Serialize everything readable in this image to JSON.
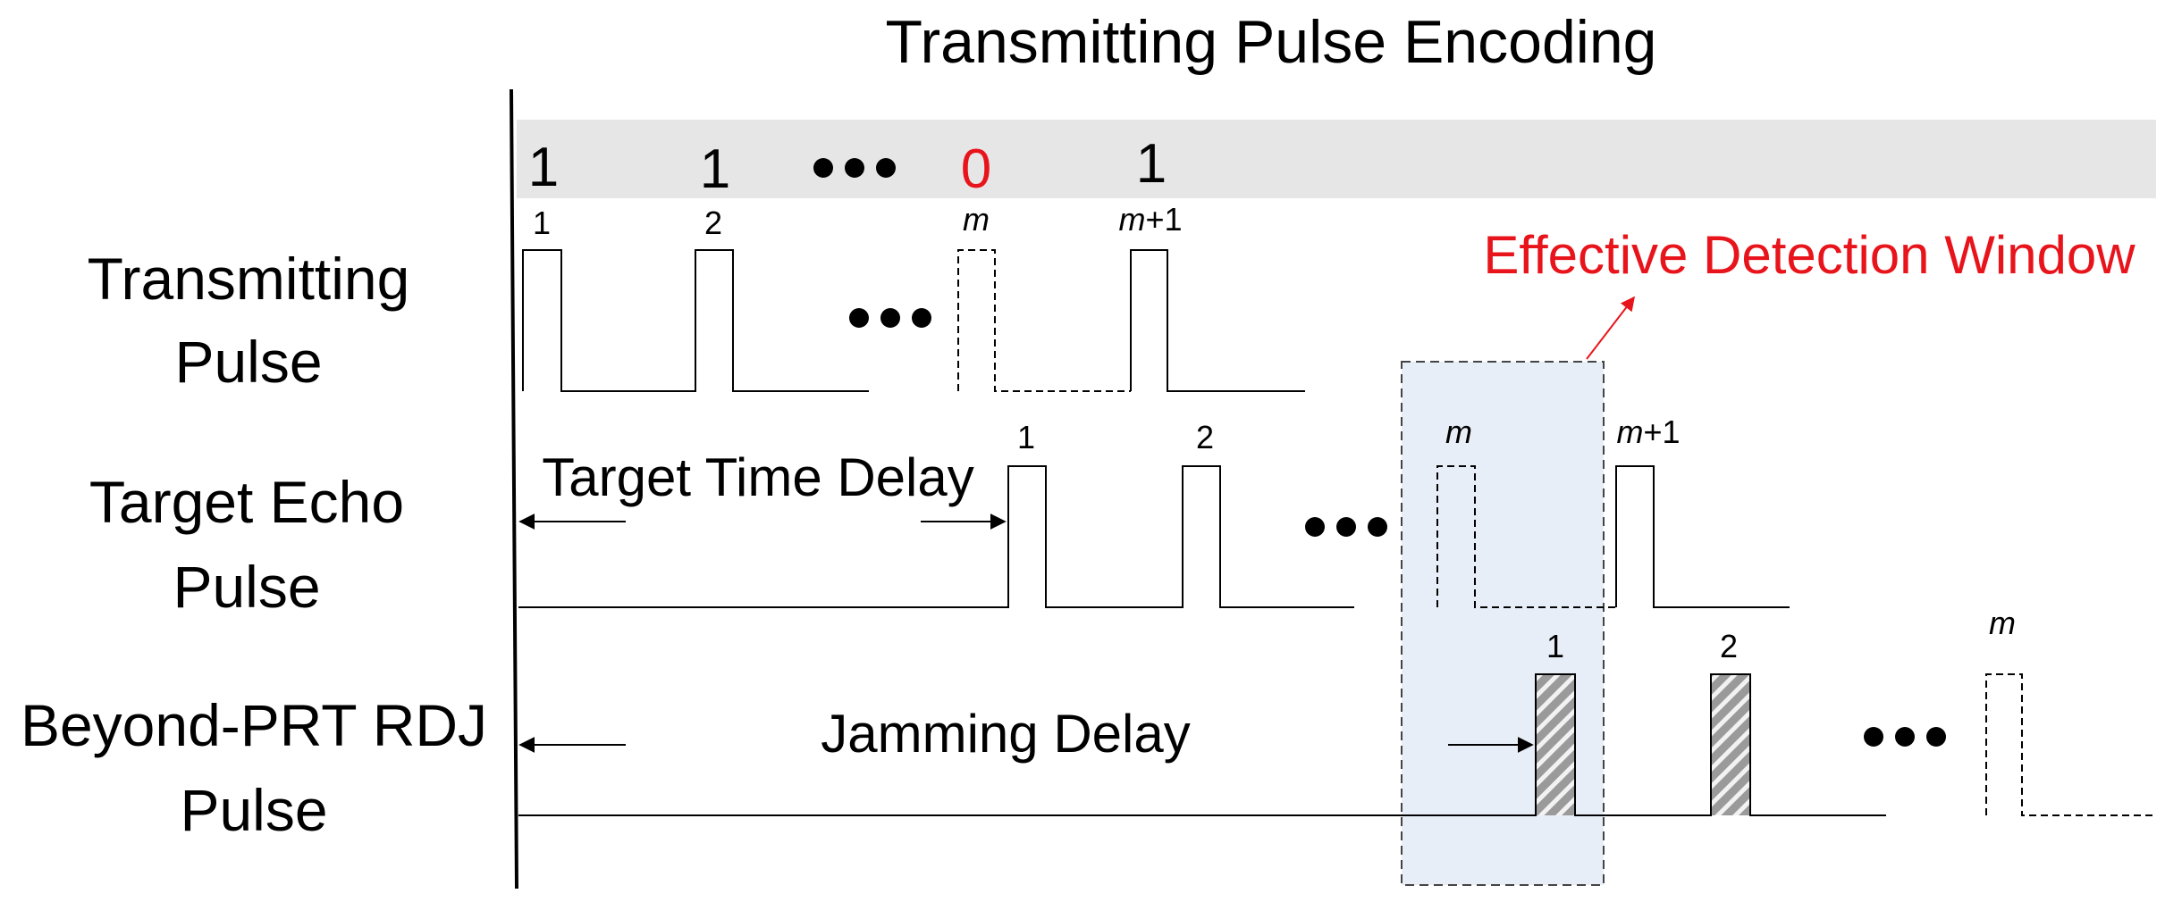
{
  "title": "Transmitting Pulse Encoding",
  "rows": {
    "transmitting": [
      "Transmitting",
      "Pulse"
    ],
    "echo": [
      "Target Echo",
      "Pulse"
    ],
    "rdj": [
      "Beyond-PRT RDJ",
      "Pulse"
    ]
  },
  "code": [
    "1",
    "1",
    "0",
    "1"
  ],
  "code_zero_color": "#e8141b",
  "pulse_numbers": {
    "transmitting": [
      "1",
      "2",
      "m",
      "+1"
    ],
    "echo": [
      "1",
      "2",
      "m",
      "+1"
    ],
    "rdj": [
      "1",
      "2",
      "m"
    ]
  },
  "m_symbol": "m",
  "annotations": {
    "target_time_delay": "Target Time Delay",
    "jamming_delay": "Jamming Delay",
    "effective_detection_window": "Effective Detection Window"
  },
  "colors": {
    "encoding_band": "#e6e6e6",
    "window_fill": "#e8eef8",
    "accent_red": "#e8141b"
  }
}
